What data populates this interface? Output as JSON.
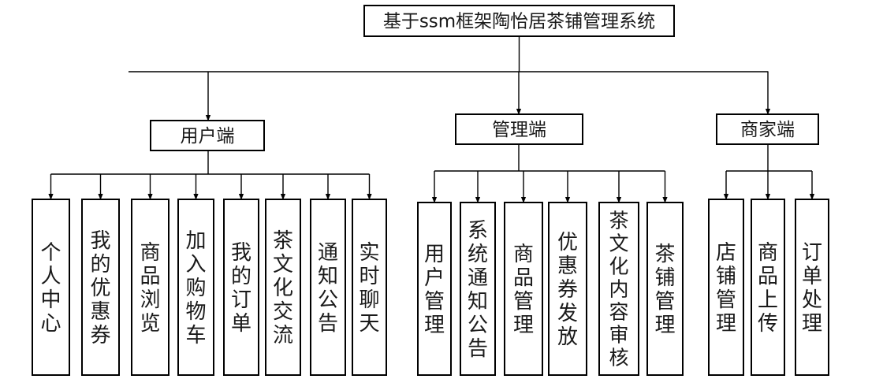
{
  "title": "基于ssm框架陶怡居茶铺管理系统",
  "branches": [
    {
      "label": "用户端",
      "items": [
        "个人中心",
        "我的优惠券",
        "商品浏览",
        "加入购物车",
        "我的订单",
        "茶文化交流",
        "通知公告",
        "实时聊天"
      ]
    },
    {
      "label": "管理端",
      "items": [
        "用户管理",
        "系统通知公告",
        "商品管理",
        "优惠券发放",
        "茶文化内容审核",
        "茶铺管理"
      ]
    },
    {
      "label": "商家端",
      "items": [
        "店铺管理",
        "商品上传",
        "订单处理"
      ]
    }
  ],
  "colors": {
    "line": "#000000",
    "box_fill": "#ffffff",
    "text": "#1a1a1a"
  }
}
